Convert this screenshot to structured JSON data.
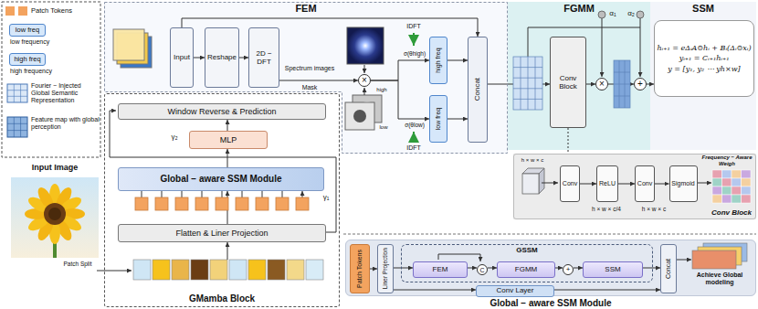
{
  "diagram": {
    "nodes": [
      {
        "text": [
          "FEM"
        ]
      },
      {
        "text": [
          "Input"
        ],
        "in": 0
      },
      {
        "text": [
          "Reshape"
        ],
        "in": 0
      },
      {
        "text": [
          "2D − DFT"
        ],
        "in": 0
      },
      {
        "text": [
          "×"
        ],
        "in": 0
      },
      {
        "text": [
          "high freq"
        ],
        "in": 0
      },
      {
        "text": [
          "low freq"
        ],
        "in": 0
      },
      {
        "text": [
          "Concat"
        ],
        "in": 0
      },
      {
        "text": [
          "FGMM"
        ]
      },
      {
        "text": [
          "Conv Block"
        ],
        "in": 8
      },
      {
        "text": [
          "×"
        ],
        "in": 8
      },
      {
        "text": [
          "+"
        ],
        "in": 8
      },
      {
        "text": [
          "SSM"
        ]
      },
      {
        "text": [
          "hᵢ₊₁ = eΔᵢA⊙hᵢ + Bᵢ(Δᵢ⊙xᵢ)",
          "yᵢ₊₁ = Cᵢ₊₁hᵢ₊₁",
          "y = [y₁, y₂ ⋯ yh×w]"
        ],
        "in": 12
      },
      {
        "text": [
          "Conv Block"
        ]
      },
      {
        "text": [
          "Conv"
        ],
        "in": 14
      },
      {
        "text": [
          "ReLU"
        ],
        "in": 14
      },
      {
        "text": [
          "Conv"
        ],
        "in": 14
      },
      {
        "text": [
          "Sigmoid"
        ],
        "in": 14
      },
      {
        "text": [
          "GMamba Block"
        ]
      },
      {
        "text": [
          "Window Reverse & Prediction"
        ],
        "in": 19
      },
      {
        "text": [
          "MLP"
        ],
        "in": 19
      },
      {
        "text": [
          "Global − aware SSM Module"
        ],
        "in": 19
      },
      {
        "text": [
          "Flatten & Liner Projection"
        ],
        "in": 19
      },
      {
        "text": [
          "Global − aware SSM Module"
        ]
      },
      {
        "text": [
          "Patch Tokens"
        ],
        "in": 24
      },
      {
        "text": [
          "Liner Projection"
        ],
        "in": 24
      },
      {
        "text": [
          "GSSM"
        ],
        "in": 24
      },
      {
        "text": [
          "FEM"
        ],
        "in": 27
      },
      {
        "text": [
          "C"
        ],
        "in": 27
      },
      {
        "text": [
          "FGMM"
        ],
        "in": 27
      },
      {
        "text": [
          "+"
        ],
        "in": 27
      },
      {
        "text": [
          "SSM"
        ],
        "in": 27
      },
      {
        "text": [
          "Concat"
        ],
        "in": 24
      },
      {
        "text": [
          "Conv Layer"
        ],
        "in": 24
      },
      {
        "text": [
          "low freq",
          "low frequency"
        ]
      },
      {
        "text": [
          "high freq",
          "high frequency"
        ]
      }
    ],
    "edges": [
      {
        "from": 1,
        "to": 2,
        "arrow": "to"
      },
      {
        "from": 2,
        "to": 3,
        "arrow": "to"
      },
      {
        "from": 3,
        "to": 4,
        "arrow": "to"
      },
      {
        "from": 4,
        "to": 5,
        "arrow": "to"
      },
      {
        "from": 4,
        "to": 6,
        "arrow": "to"
      },
      {
        "from": 5,
        "to": 7,
        "arrow": "to"
      },
      {
        "from": 6,
        "to": 7,
        "arrow": "to"
      },
      {
        "from": 1,
        "to": 7,
        "arrow": "to"
      },
      {
        "from": 7,
        "to": 9,
        "arrow": "to"
      },
      {
        "from": 9,
        "to": 10,
        "arrow": "to"
      },
      {
        "from": 10,
        "to": 11,
        "arrow": "to"
      },
      {
        "from": 11,
        "to": 13,
        "arrow": "to"
      },
      {
        "from": 15,
        "to": 16,
        "arrow": "to"
      },
      {
        "from": 16,
        "to": 17,
        "arrow": "to"
      },
      {
        "from": 17,
        "to": 18,
        "arrow": "to"
      },
      {
        "from": 23,
        "to": 22,
        "arrow": "to"
      },
      {
        "from": 22,
        "to": 21,
        "arrow": "to"
      },
      {
        "from": 21,
        "to": 20,
        "arrow": "to"
      },
      {
        "from": 25,
        "to": 26,
        "arrow": "to"
      },
      {
        "from": 26,
        "to": 28,
        "arrow": "to"
      },
      {
        "from": 28,
        "to": 29,
        "arrow": "to"
      },
      {
        "from": 29,
        "to": 30,
        "arrow": "to"
      },
      {
        "from": 30,
        "to": 31,
        "arrow": "to"
      },
      {
        "from": 31,
        "to": 32,
        "arrow": "to"
      },
      {
        "from": 32,
        "to": 33,
        "arrow": "to"
      },
      {
        "from": 26,
        "to": 34,
        "arrow": "to"
      },
      {
        "from": 34,
        "to": 33,
        "arrow": "to"
      }
    ],
    "labels": [
      "Spectrum images",
      "Mask",
      "high",
      "low",
      "σ(θhigh)",
      "σ(θlow)",
      "IDFT",
      "IDFT",
      "α₁",
      "α₂",
      "h × w × c",
      "h × w × c/4",
      "h × w × c",
      "Frequency − Aware Weigh",
      "Input Image",
      "Patch Split",
      "γ₂",
      "γ₁",
      "Achieve Global modeling"
    ],
    "legend": [
      {
        "text": "Patch Tokens",
        "color": "#f3a35f"
      },
      {
        "text": "Fourier − Injected Global Semantic Representation"
      },
      {
        "text": "Feature map with global perception"
      }
    ]
  }
}
